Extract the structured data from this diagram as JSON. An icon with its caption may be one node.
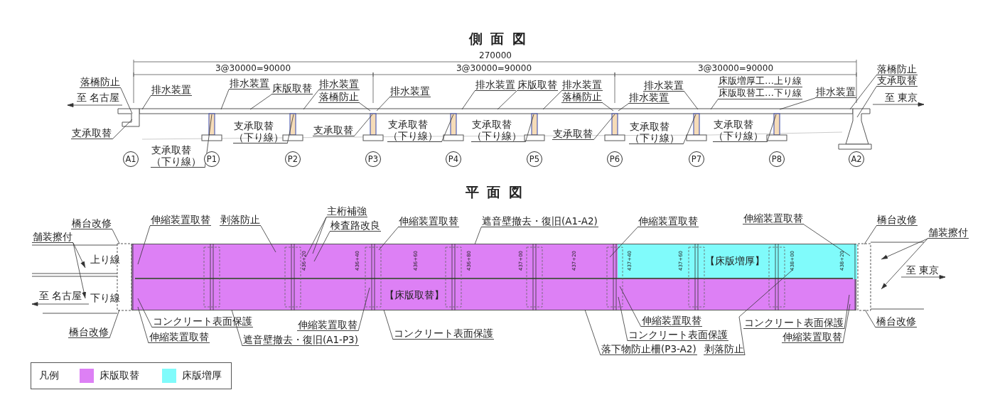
{
  "diagram": {
    "nodes": [
      {
        "text": [
          "落橋防止"
        ]
      },
      {
        "text": [
          "排水装置"
        ]
      },
      {
        "text": [
          "支承取替"
        ]
      },
      {
        "text": [
          "排水装置"
        ]
      },
      {
        "text": [
          "床版取替"
        ]
      },
      {
        "text": [
          "排水装置"
        ]
      },
      {
        "text": [
          "落橋防止"
        ]
      },
      {
        "text": [
          "支承取替（下り線）"
        ]
      },
      {
        "text": [
          "支承取替"
        ]
      },
      {
        "text": [
          "排水装置"
        ]
      },
      {
        "text": [
          "支承取替（下り線）"
        ]
      },
      {
        "text": [
          "支承取替（下り線）"
        ]
      },
      {
        "text": [
          "排水装置"
        ]
      },
      {
        "text": [
          "床版取替"
        ]
      },
      {
        "text": [
          "排水装置"
        ]
      },
      {
        "text": [
          "落橋防止"
        ]
      },
      {
        "text": [
          "支承取替（下り線）"
        ]
      },
      {
        "text": [
          "支承取替"
        ]
      },
      {
        "text": [
          "排水装置"
        ]
      },
      {
        "text": [
          "排水装置"
        ]
      },
      {
        "text": [
          "床版増厚工…上り線",
          "床版取替工…下り線"
        ]
      },
      {
        "text": [
          "排水装置"
        ]
      },
      {
        "text": [
          "支承取替（下り線）"
        ]
      },
      {
        "text": [
          "支承取替（下り線）"
        ]
      },
      {
        "text": [
          "落橋防止"
        ]
      },
      {
        "text": [
          "支承取替"
        ]
      },
      {
        "text": [
          "A1"
        ]
      },
      {
        "text": [
          "P1"
        ]
      },
      {
        "text": [
          "P2"
        ]
      },
      {
        "text": [
          "P3"
        ]
      },
      {
        "text": [
          "P4"
        ]
      },
      {
        "text": [
          "P5"
        ]
      },
      {
        "text": [
          "P6"
        ]
      },
      {
        "text": [
          "P7"
        ]
      },
      {
        "text": [
          "P8"
        ]
      },
      {
        "text": [
          "A2"
        ]
      },
      {
        "text": [
          "【床版取替】"
        ]
      },
      {
        "text": [
          "【床版増厚】"
        ],
        "in": 36
      },
      {
        "text": [
          "橋台改修"
        ]
      },
      {
        "text": [
          "舗装擦付"
        ]
      },
      {
        "text": [
          "伸縮装置取替"
        ]
      },
      {
        "text": [
          "剥落防止"
        ]
      },
      {
        "text": [
          "主桁補強"
        ]
      },
      {
        "text": [
          "検査路改良"
        ]
      },
      {
        "text": [
          "伸縮装置取替"
        ]
      },
      {
        "text": [
          "遮音壁撤去・復旧(A1-A2)"
        ]
      },
      {
        "text": [
          "伸縮装置取替"
        ]
      },
      {
        "text": [
          "伸縮装置取替"
        ]
      },
      {
        "text": [
          "橋台改修"
        ]
      },
      {
        "text": [
          "舗装擦付"
        ]
      },
      {
        "text": [
          "コンクリート表面保護"
        ]
      },
      {
        "text": [
          "伸縮装置取替"
        ]
      },
      {
        "text": [
          "橋台改修"
        ]
      },
      {
        "text": [
          "遮音壁撤去・復旧(A1-P3)"
        ]
      },
      {
        "text": [
          "伸縮装置取替"
        ]
      },
      {
        "text": [
          "コンクリート表面保護"
        ]
      },
      {
        "text": [
          "落下物防止柵(P3-A2)"
        ]
      },
      {
        "text": [
          "伸縮装置取替"
        ]
      },
      {
        "text": [
          "コンクリート表面保護"
        ]
      },
      {
        "text": [
          "剥落防止"
        ]
      },
      {
        "text": [
          "コンクリート表面保護"
        ]
      },
      {
        "text": [
          "伸縮装置取替"
        ]
      },
      {
        "text": [
          "橋台改修"
        ]
      },
      {
        "text": [],
        "shape": "bar"
      },
      {
        "text": [],
        "shape": "picture"
      },
      {
        "text": [],
        "shape": "bar"
      },
      {
        "text": [],
        "shape": "bar"
      },
      {
        "text": [],
        "shape": "bar"
      },
      {
        "text": [],
        "shape": "bar"
      },
      {
        "text": [],
        "shape": "bar"
      },
      {
        "text": [],
        "shape": "bar"
      },
      {
        "text": [],
        "shape": "bar"
      },
      {
        "text": [],
        "shape": "bar"
      },
      {
        "text": [],
        "shape": "picture"
      },
      {
        "text": [],
        "shape": "box"
      },
      {
        "text": [],
        "shape": "box"
      },
      {
        "text": [],
        "shape": "picture"
      },
      {
        "text": [],
        "shape": "picture"
      }
    ],
    "edges": [
      {
        "from": 0,
        "to": 64,
        "arrow": "none"
      },
      {
        "from": 1,
        "to": 63,
        "arrow": "none"
      },
      {
        "from": 2,
        "to": 64,
        "arrow": "none"
      },
      {
        "from": 3,
        "to": 63,
        "arrow": "none"
      },
      {
        "from": 4,
        "to": 63,
        "arrow": "none"
      },
      {
        "from": 5,
        "to": 63,
        "arrow": "none"
      },
      {
        "from": 6,
        "to": 63,
        "arrow": "none"
      },
      {
        "from": 7,
        "to": 66,
        "arrow": "none"
      },
      {
        "from": 8,
        "to": 67,
        "arrow": "none"
      },
      {
        "from": 9,
        "to": 63,
        "arrow": "none"
      },
      {
        "from": 10,
        "to": 65,
        "arrow": "none"
      },
      {
        "from": 11,
        "to": 68,
        "arrow": "none"
      },
      {
        "from": 12,
        "to": 63,
        "arrow": "none"
      },
      {
        "from": 13,
        "to": 63,
        "arrow": "none"
      },
      {
        "from": 14,
        "to": 63,
        "arrow": "none"
      },
      {
        "from": 15,
        "to": 63,
        "arrow": "none"
      },
      {
        "from": 16,
        "to": 69,
        "arrow": "none"
      },
      {
        "from": 17,
        "to": 70,
        "arrow": "none"
      },
      {
        "from": 18,
        "to": 63,
        "arrow": "none"
      },
      {
        "from": 19,
        "to": 63,
        "arrow": "none"
      },
      {
        "from": 20,
        "to": 63,
        "arrow": "none"
      },
      {
        "from": 21,
        "to": 63,
        "arrow": "none"
      },
      {
        "from": 22,
        "to": 71,
        "arrow": "none"
      },
      {
        "from": 23,
        "to": 72,
        "arrow": "none"
      },
      {
        "from": 24,
        "to": 63,
        "arrow": "none"
      },
      {
        "from": 25,
        "to": 73,
        "arrow": "none"
      },
      {
        "from": 38,
        "to": 74,
        "arrow": "none"
      },
      {
        "from": 39,
        "to": 76,
        "arrow": "to"
      },
      {
        "from": 39,
        "to": 76,
        "arrow": "to"
      },
      {
        "from": 40,
        "to": 36,
        "arrow": "none"
      },
      {
        "from": 41,
        "to": 36,
        "arrow": "none"
      },
      {
        "from": 42,
        "to": 36,
        "arrow": "none"
      },
      {
        "from": 42,
        "to": 36,
        "arrow": "none"
      },
      {
        "from": 43,
        "to": 36,
        "arrow": "none"
      },
      {
        "from": 44,
        "to": 36,
        "arrow": "none"
      },
      {
        "from": 45,
        "to": 36,
        "arrow": "none"
      },
      {
        "from": 46,
        "to": 36,
        "arrow": "none"
      },
      {
        "from": 47,
        "to": 37,
        "arrow": "none"
      },
      {
        "from": 48,
        "to": 75,
        "arrow": "none"
      },
      {
        "from": 49,
        "to": 77,
        "arrow": "to"
      },
      {
        "from": 49,
        "to": 77,
        "arrow": "to"
      },
      {
        "from": 50,
        "to": 36,
        "arrow": "none"
      },
      {
        "from": 51,
        "to": 36,
        "arrow": "none"
      },
      {
        "from": 52,
        "to": 74,
        "arrow": "none"
      },
      {
        "from": 53,
        "to": 36,
        "arrow": "none"
      },
      {
        "from": 54,
        "to": 36,
        "arrow": "none"
      },
      {
        "from": 55,
        "to": 36,
        "arrow": "none"
      },
      {
        "from": 56,
        "to": 36,
        "arrow": "none"
      },
      {
        "from": 57,
        "to": 36,
        "arrow": "none"
      },
      {
        "from": 58,
        "to": 36,
        "arrow": "none"
      },
      {
        "from": 59,
        "to": 37,
        "arrow": "none"
      },
      {
        "from": 60,
        "to": 36,
        "arrow": "none"
      },
      {
        "from": 61,
        "to": 36,
        "arrow": "none"
      },
      {
        "from": 62,
        "to": 75,
        "arrow": "none"
      }
    ],
    "labels": [
      "側面図",
      "270000",
      "3@30000=90000",
      "3@30000=90000",
      "3@30000=90000",
      "至 名古屋",
      "至 東京",
      "平面図",
      "上り線",
      "436+20",
      "436+40",
      "436+60",
      "436+80",
      "437+00",
      "437+20",
      "437+40",
      "437+60",
      "438+00",
      "438+20",
      "至 東京",
      "至 名古屋",
      "下り線",
      "凡例"
    ],
    "legend": [
      {
        "text": "床版取替",
        "color": "#dd80f5"
      },
      {
        "text": "床版増厚",
        "color": "#80fbfb"
      }
    ]
  }
}
